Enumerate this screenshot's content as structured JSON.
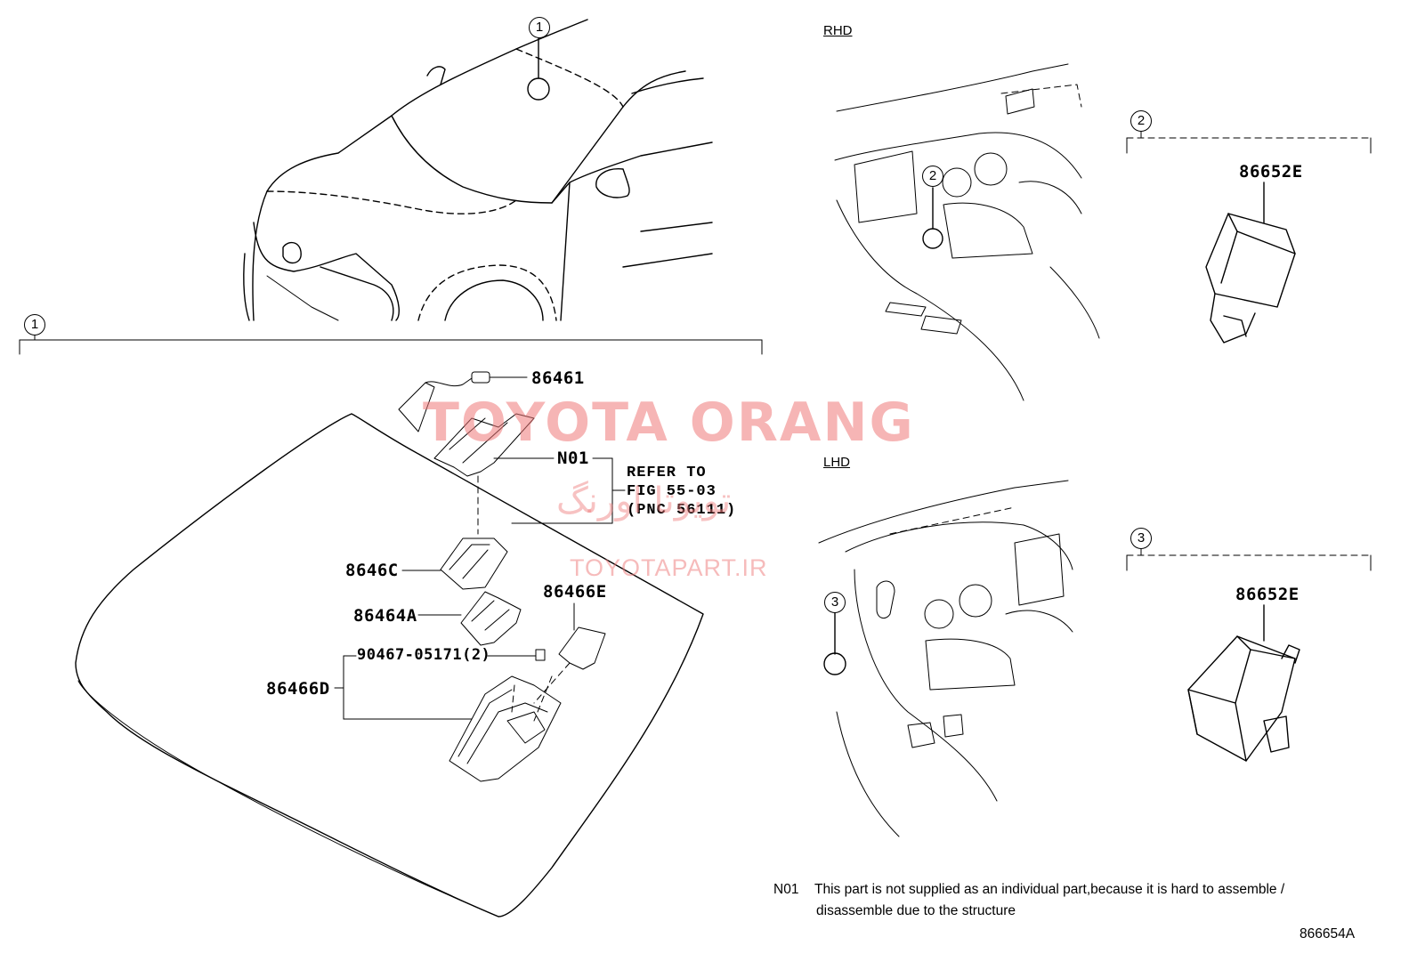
{
  "callouts": {
    "c1": "1",
    "c2": "2",
    "c3": "3"
  },
  "views": {
    "rhd": "RHD",
    "lhd": "LHD"
  },
  "parts": {
    "p86461": "86461",
    "n01": "N01",
    "p8646c": "8646C",
    "p86464a": "86464A",
    "p86466e": "86466E",
    "p90467": "90467-05171(2)",
    "p86466d": "86466D",
    "p86652e_top": "86652E",
    "p86652e_bottom": "86652E"
  },
  "refer": {
    "line1": "REFER TO",
    "line2": "FIG 55-03",
    "line3": "(PNC 56111)"
  },
  "footnote": {
    "code": "N01",
    "line1": "This part is not supplied as an individual part,because it is hard to assemble /",
    "line2": "disassemble due to the structure"
  },
  "diagram_id": "866654A",
  "watermark": {
    "brand": "TOYOTA ORANG",
    "persian": "تویوتا اورنگ",
    "site": "TOYOTAPART.IR"
  }
}
